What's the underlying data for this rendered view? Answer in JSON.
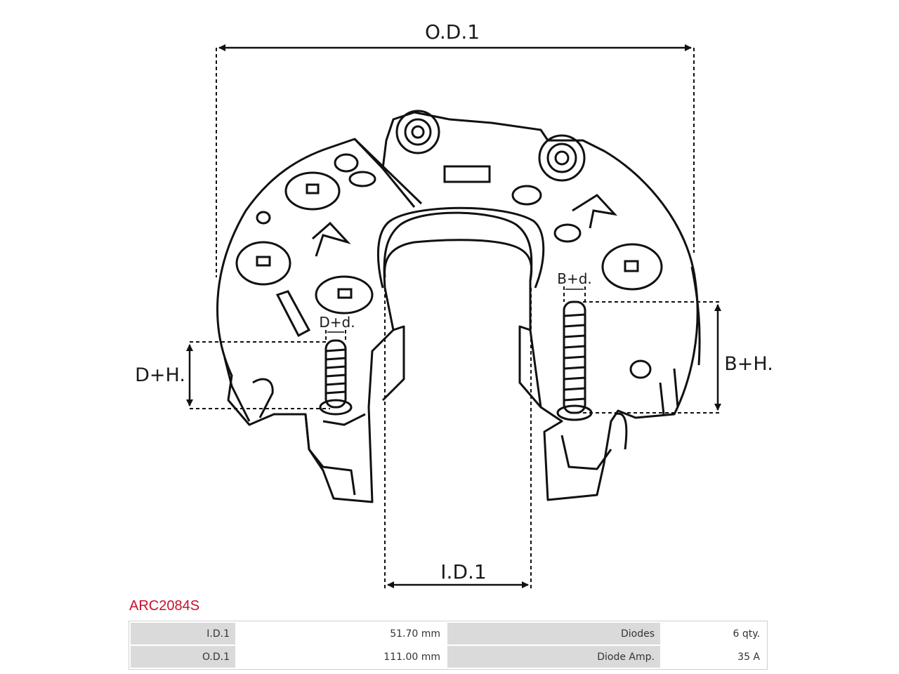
{
  "dimensions": {
    "od1": "O.D.1",
    "id1": "I.D.1",
    "dh": "D+H.",
    "bh": "B+H.",
    "dd": "D+d.",
    "bd": "B+d."
  },
  "product_code": "ARC2084S",
  "specs": {
    "row1": {
      "label1": "I.D.1",
      "value1": "51.70 mm",
      "label2": "Diodes",
      "value2": "6 qty."
    },
    "row2": {
      "label1": "O.D.1",
      "value1": "111.00 mm",
      "label2": "Diode Amp.",
      "value2": "35 A"
    }
  }
}
